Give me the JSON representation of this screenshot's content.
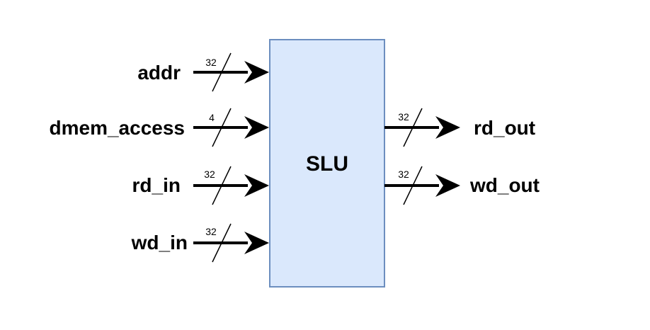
{
  "block": {
    "label": "SLU",
    "fill": "#dae8fc",
    "stroke": "#6c8ebf"
  },
  "inputs": [
    {
      "name": "addr",
      "width": "32"
    },
    {
      "name": "dmem_access",
      "width": "4"
    },
    {
      "name": "rd_in",
      "width": "32"
    },
    {
      "name": "wd_in",
      "width": "32"
    }
  ],
  "outputs": [
    {
      "name": "rd_out",
      "width": "32"
    },
    {
      "name": "wd_out",
      "width": "32"
    }
  ]
}
